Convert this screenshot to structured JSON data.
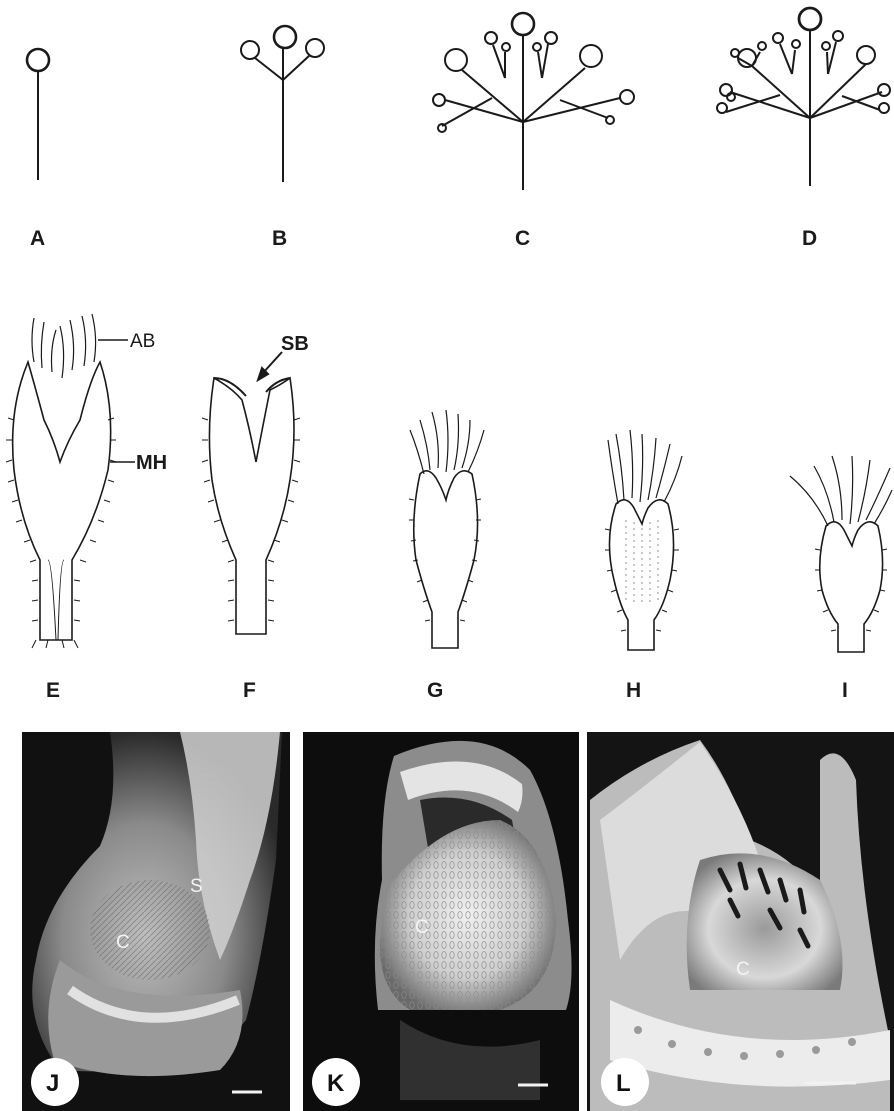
{
  "colors": {
    "ink": "#1a1a1a",
    "photo_dark": "#101010",
    "photo_light": "#e9e9e9",
    "badge": "#ffffff"
  },
  "inflorescence_panels": [
    {
      "label": "A"
    },
    {
      "label": "B"
    },
    {
      "label": "C"
    },
    {
      "label": "D"
    }
  ],
  "calyx_panels": [
    {
      "label": "E"
    },
    {
      "label": "F"
    },
    {
      "label": "G"
    },
    {
      "label": "H"
    },
    {
      "label": "I"
    }
  ],
  "callouts": {
    "ab": "AB",
    "mh": "MH",
    "sb": "SB"
  },
  "photo_panels": [
    {
      "label": "J",
      "annotations": [
        "S",
        "C"
      ]
    },
    {
      "label": "K",
      "annotations": [
        "C"
      ]
    },
    {
      "label": "L",
      "annotations": [
        "C"
      ]
    }
  ]
}
